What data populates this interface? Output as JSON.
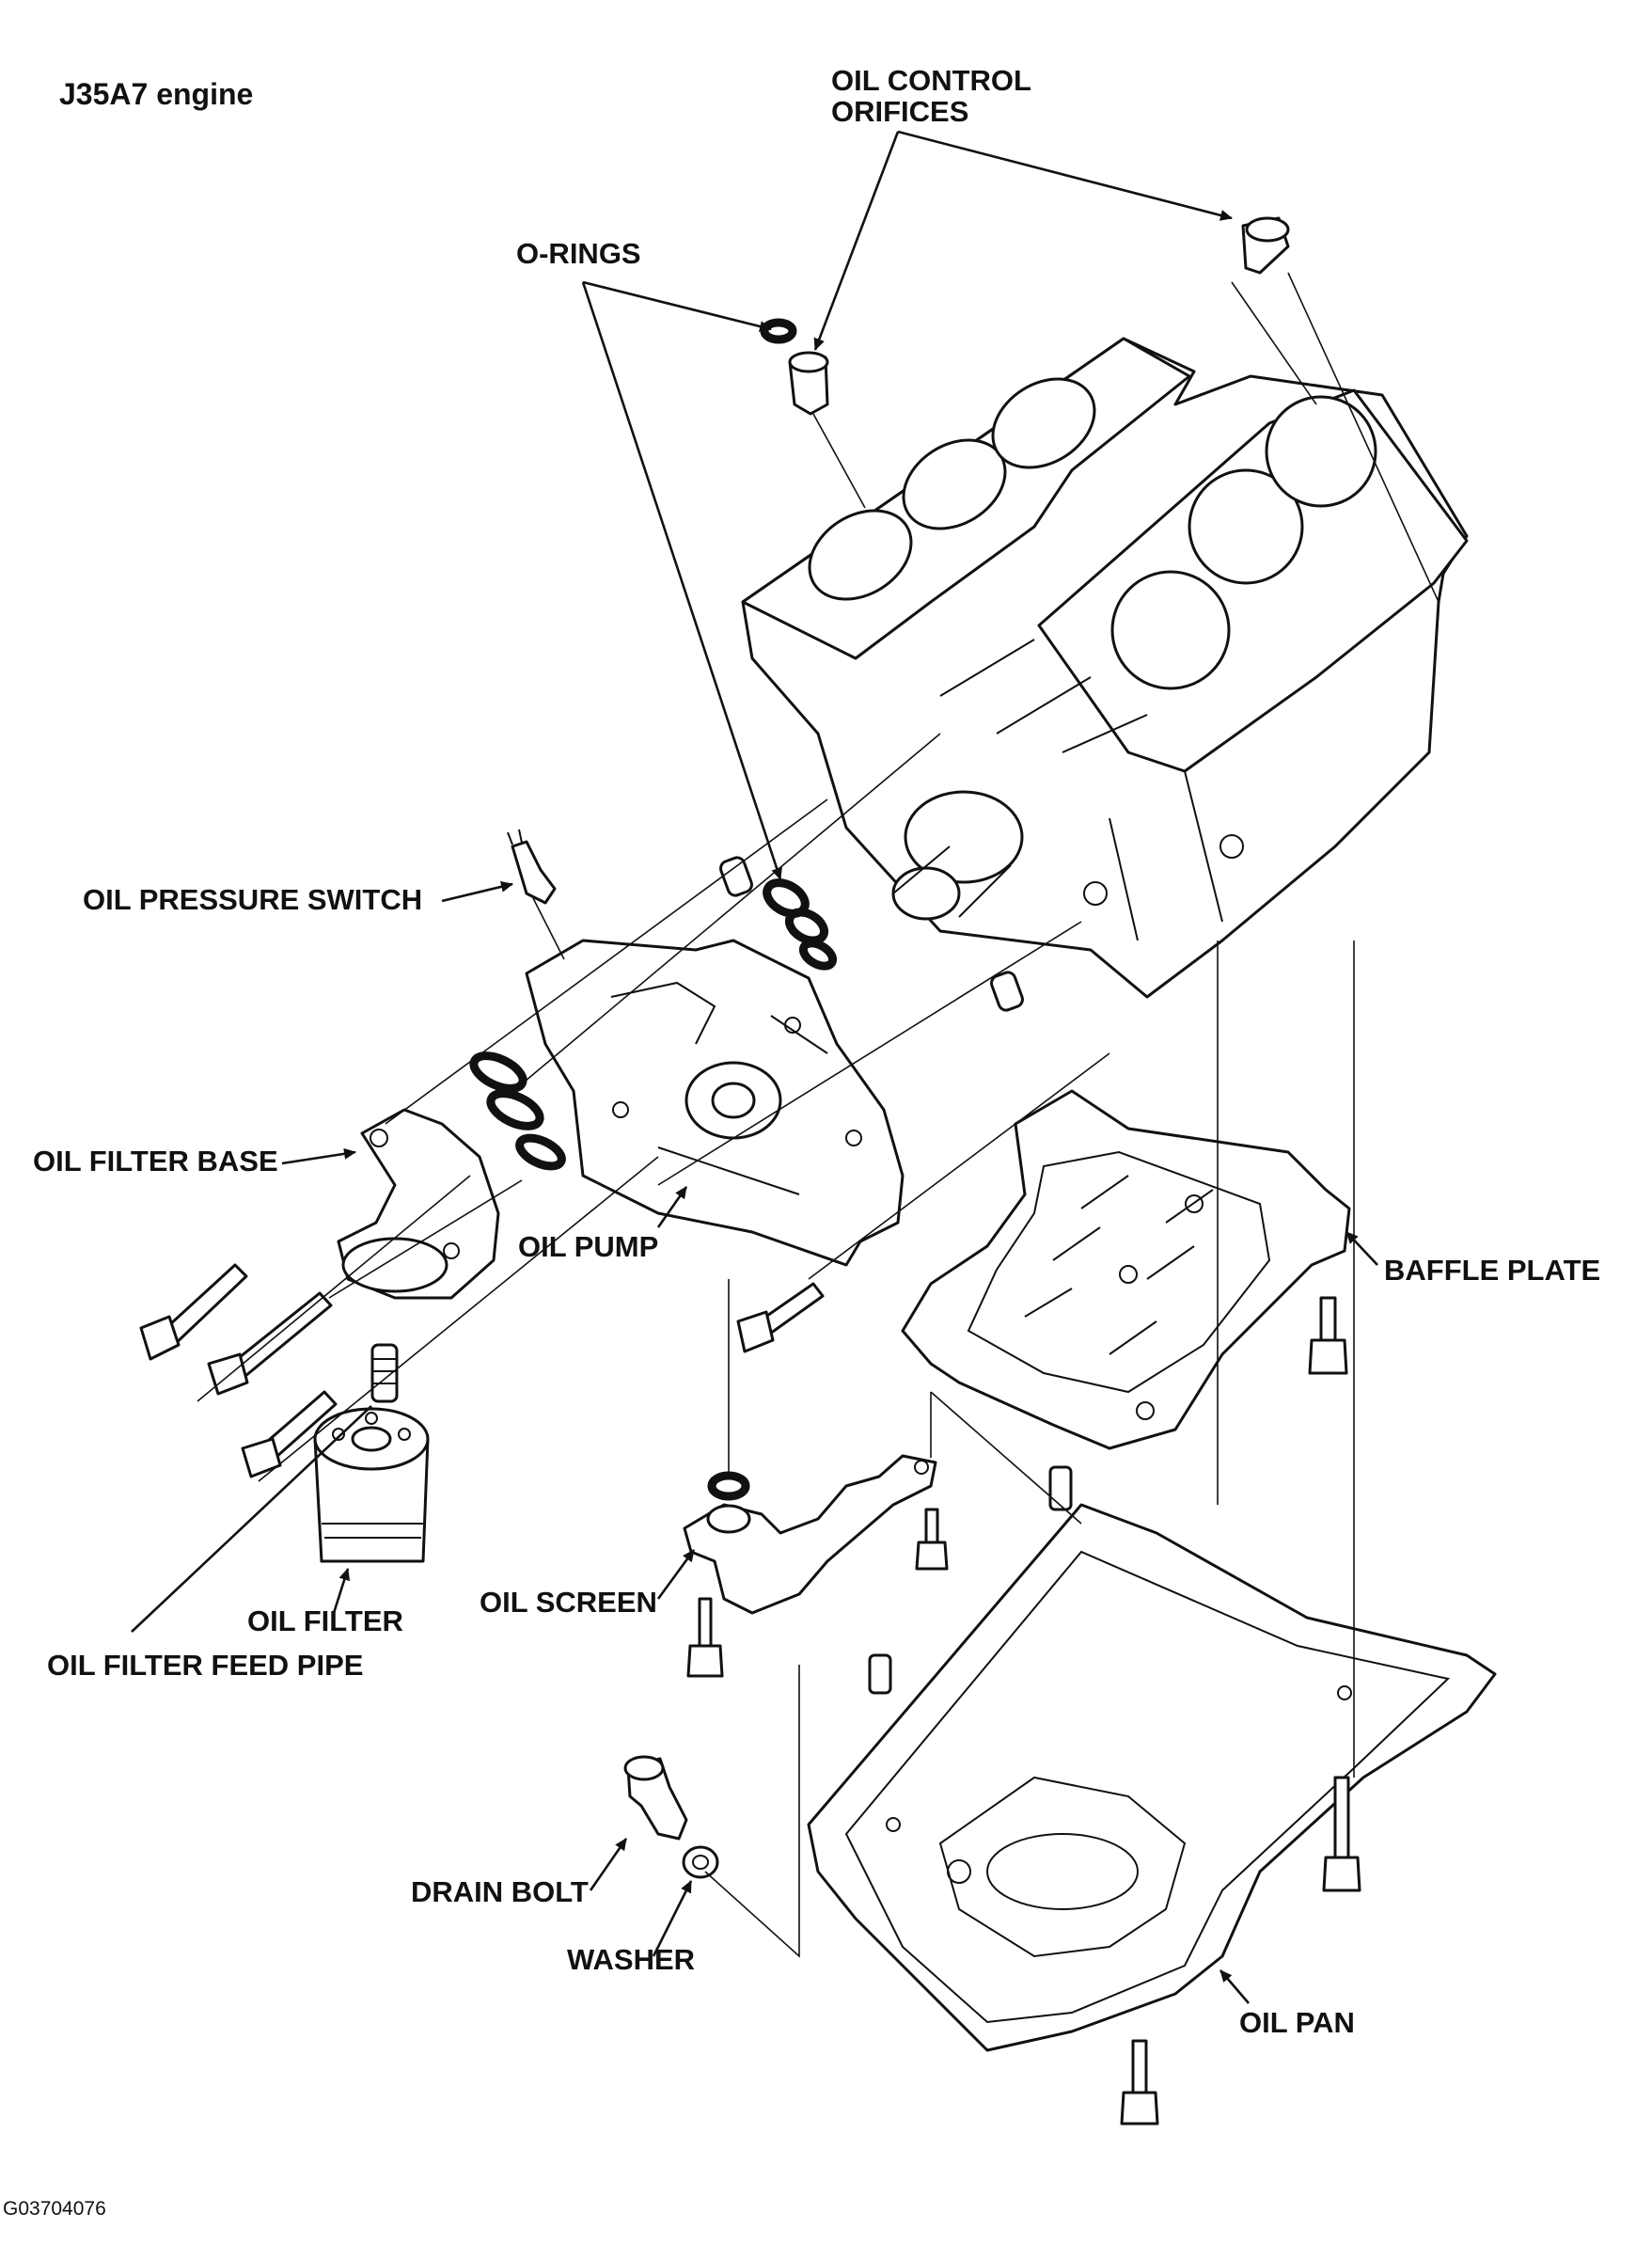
{
  "title": "J35A7 engine",
  "labels": {
    "oil_control_orifices": [
      "OIL CONTROL",
      "ORIFICES"
    ],
    "o_rings": "O-RINGS",
    "oil_pressure_switch": "OIL PRESSURE SWITCH",
    "oil_filter_base": "OIL FILTER BASE",
    "oil_pump": "OIL PUMP",
    "baffle_plate": "BAFFLE PLATE",
    "oil_filter": "OIL FILTER",
    "oil_screen": "OIL SCREEN",
    "oil_filter_feed_pipe": "OIL FILTER FEED PIPE",
    "drain_bolt": "DRAIN BOLT",
    "washer": "WASHER",
    "oil_pan": "OIL PAN"
  },
  "figure_id": "G03704076"
}
